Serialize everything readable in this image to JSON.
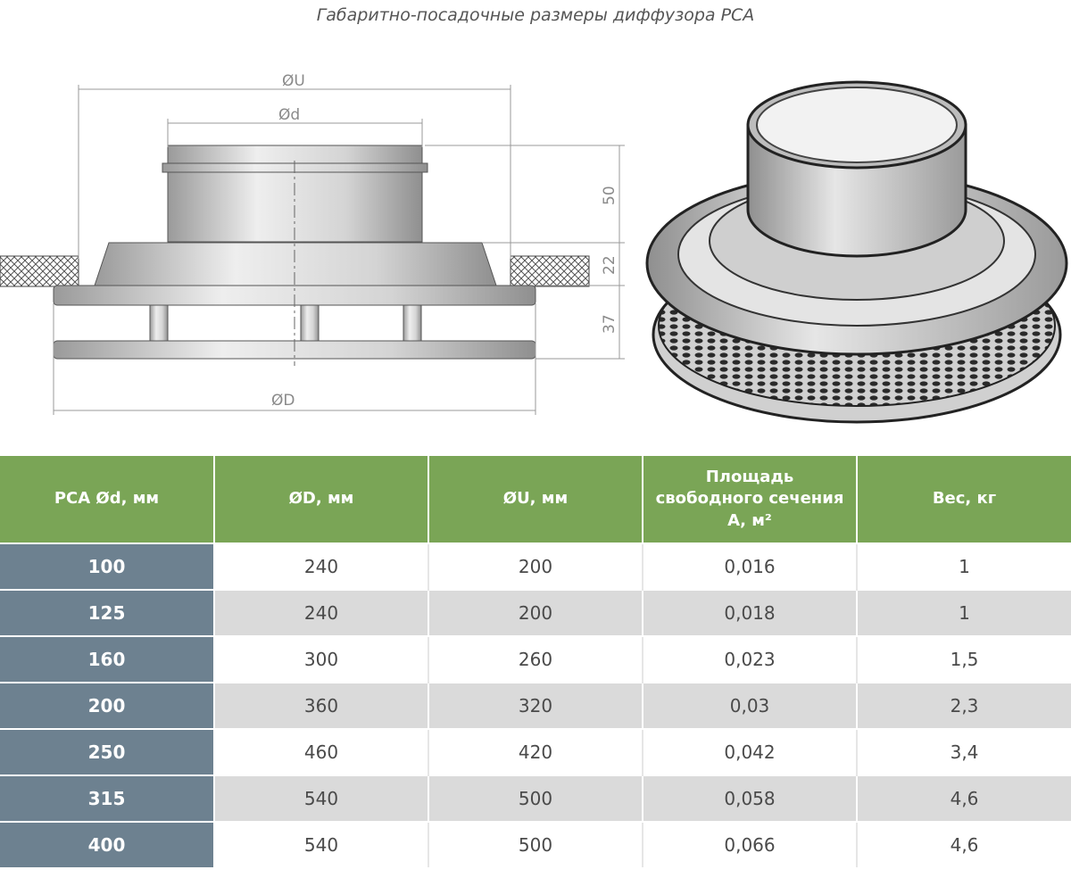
{
  "title": "Габаритно-посадочные размеры диффузора PCA",
  "drawing": {
    "dim_U": "ØU",
    "dim_d": "Ød",
    "dim_D": "ØD",
    "dim_50": "50",
    "dim_22": "22",
    "dim_37": "37"
  },
  "table": {
    "headers": [
      "PCA Ød, мм",
      "ØD, мм",
      "ØU, мм",
      "Площадь свободного сечения А, м²",
      "Вес, кг"
    ],
    "rows": [
      [
        "100",
        "240",
        "200",
        "0,016",
        "1"
      ],
      [
        "125",
        "240",
        "200",
        "0,018",
        "1"
      ],
      [
        "160",
        "300",
        "260",
        "0,023",
        "1,5"
      ],
      [
        "200",
        "360",
        "320",
        "0,03",
        "2,3"
      ],
      [
        "250",
        "460",
        "420",
        "0,042",
        "3,4"
      ],
      [
        "315",
        "540",
        "500",
        "0,058",
        "4,6"
      ],
      [
        "400",
        "540",
        "500",
        "0,066",
        "4,6"
      ]
    ]
  },
  "colors": {
    "header": "#7aa556",
    "first_col": "#6d8190",
    "stripe": "#dadada"
  }
}
